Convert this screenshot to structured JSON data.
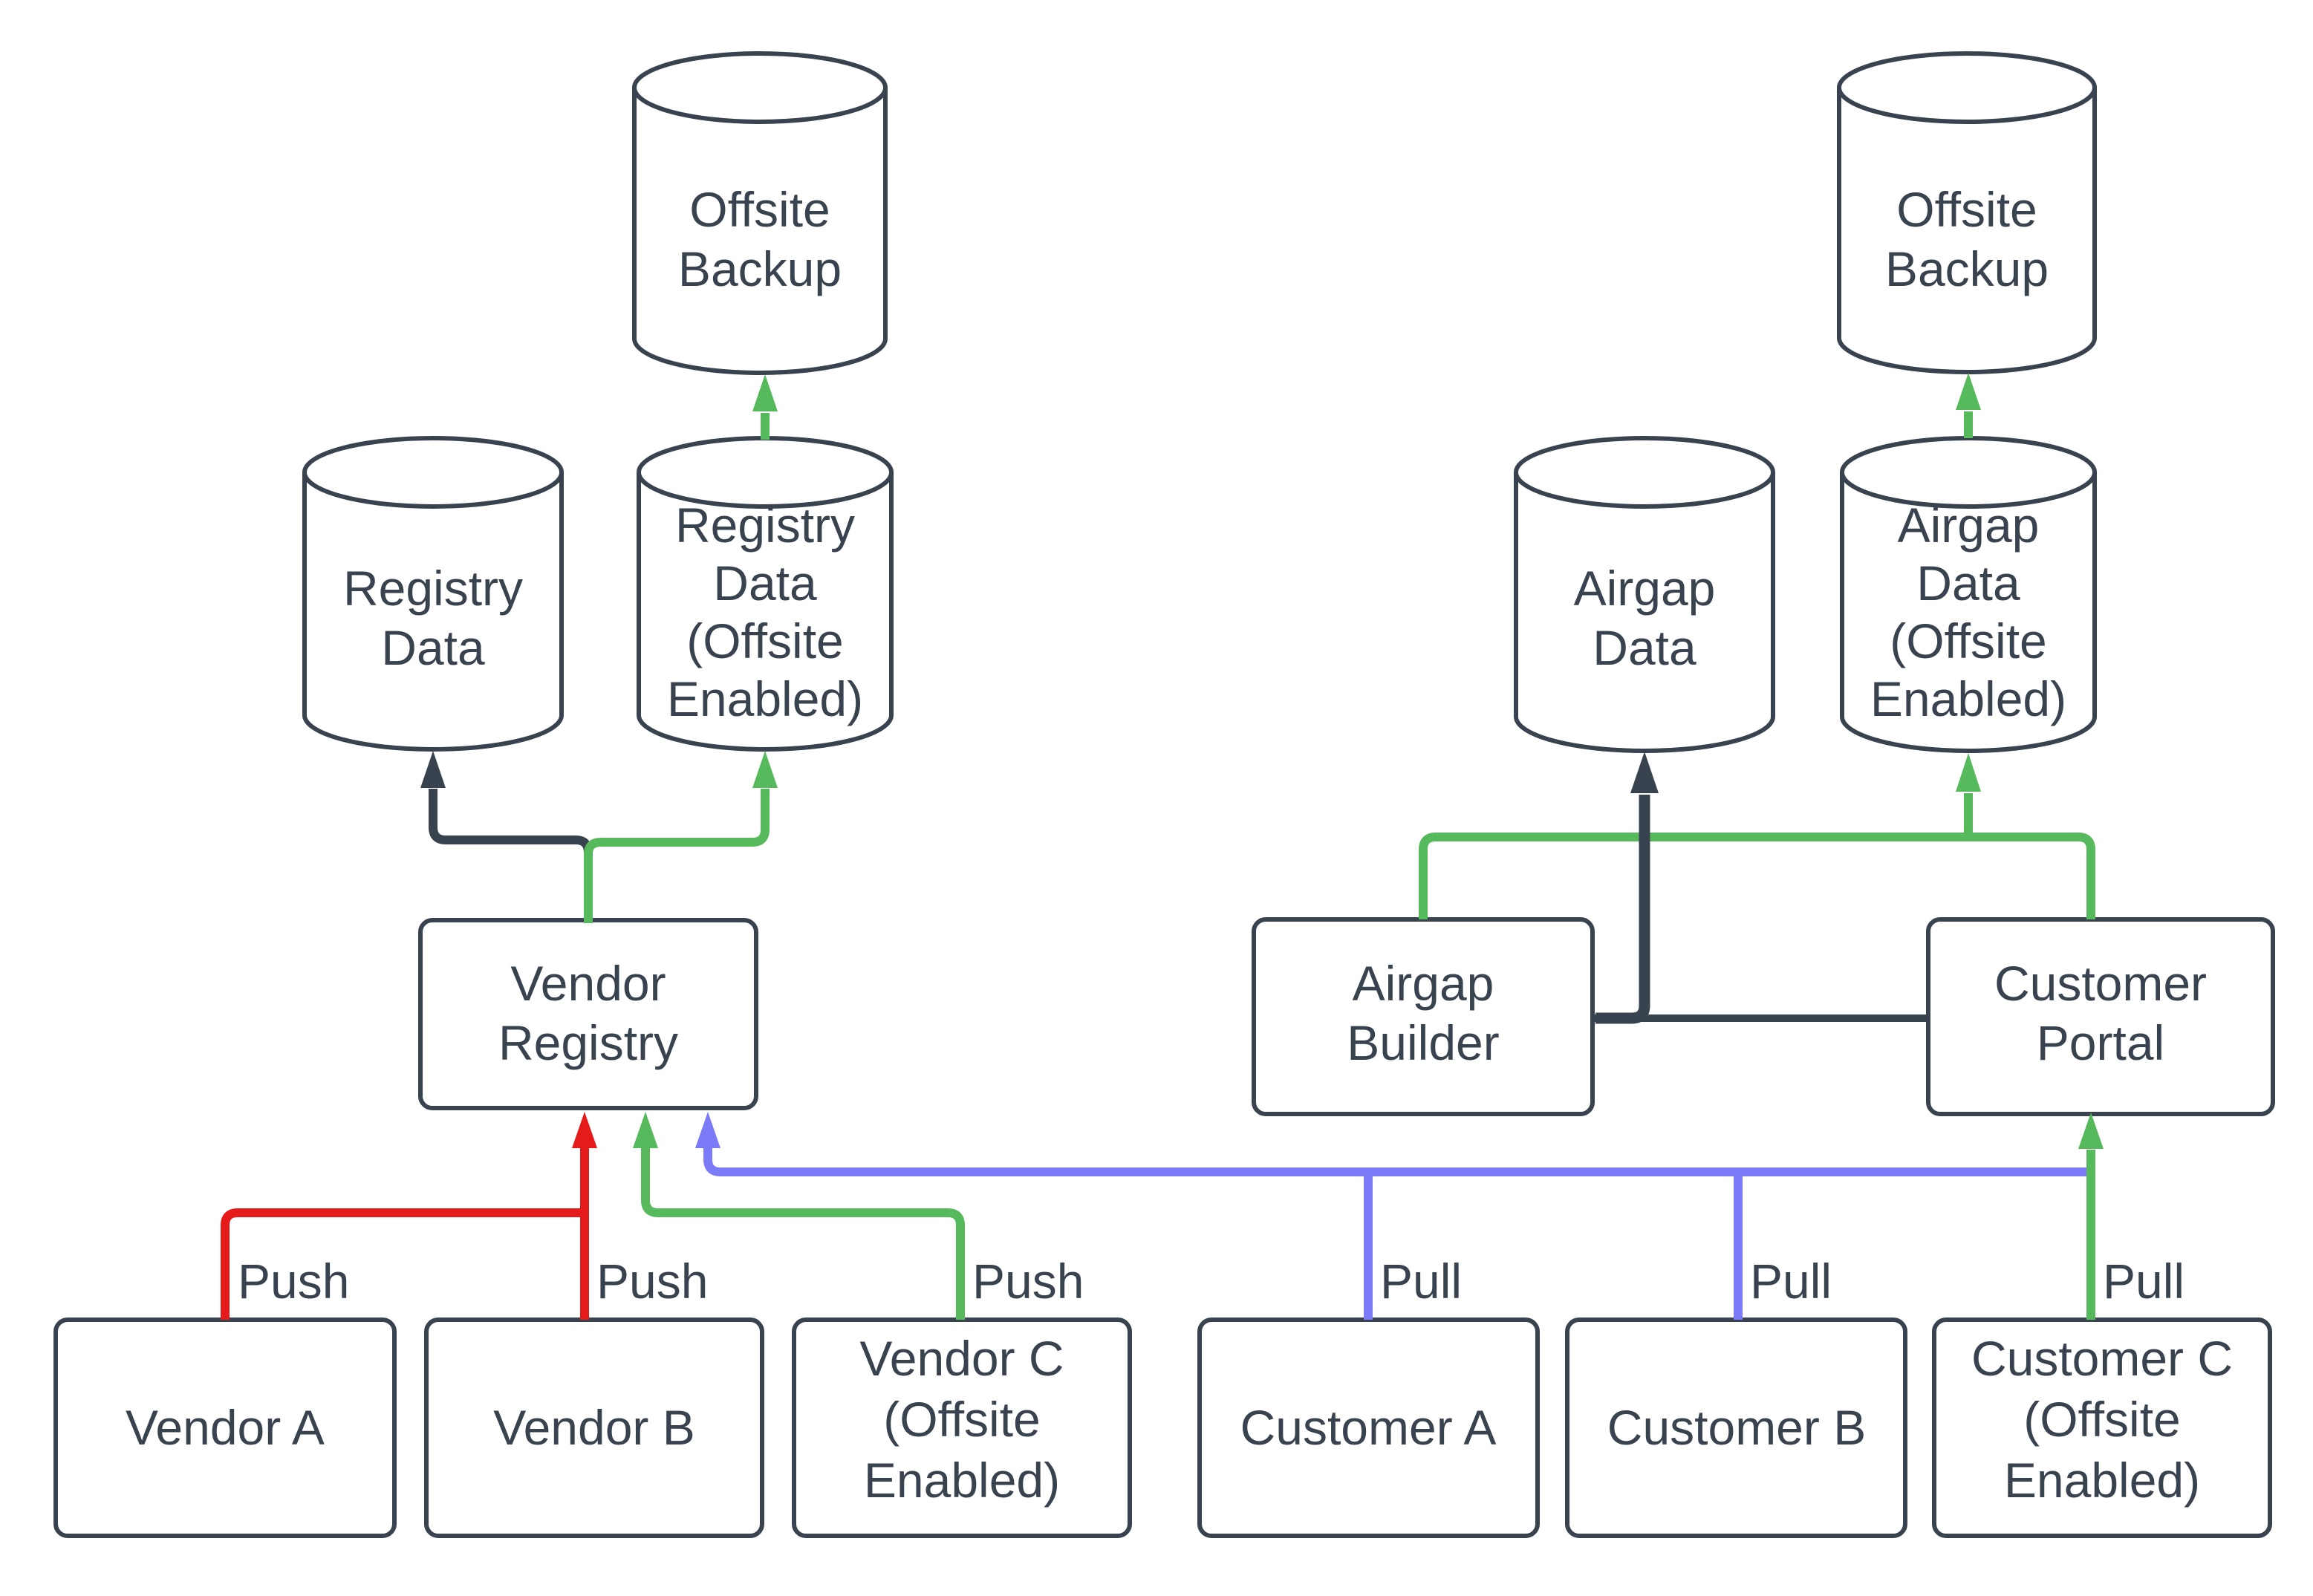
{
  "colors": {
    "dark": "#39434f",
    "red": "#e51a1a",
    "green": "#56b95c",
    "blue": "#7b7bf7",
    "background": "#ffffff"
  },
  "nodes": {
    "offsite_backup_left": {
      "label": "Offsite Backup",
      "shape": "cylinder",
      "lines": [
        "Offsite",
        "Backup"
      ]
    },
    "registry_data": {
      "label": "Registry Data",
      "shape": "cylinder",
      "lines": [
        "Registry",
        "Data"
      ]
    },
    "registry_data_offsite": {
      "label": "Registry Data (Offsite Enabled)",
      "shape": "cylinder",
      "lines": [
        "Registry",
        "Data",
        "(Offsite",
        "Enabled)"
      ]
    },
    "airgap_data": {
      "label": "Airgap Data",
      "shape": "cylinder",
      "lines": [
        "Airgap",
        "Data"
      ]
    },
    "airgap_data_offsite": {
      "label": "Airgap Data (Offsite Enabled)",
      "shape": "cylinder",
      "lines": [
        "Airgap",
        "Data",
        "(Offsite",
        "Enabled)"
      ]
    },
    "offsite_backup_right": {
      "label": "Offsite Backup",
      "shape": "cylinder",
      "lines": [
        "Offsite",
        "Backup"
      ]
    },
    "vendor_registry": {
      "label": "Vendor Registry",
      "shape": "rectangle",
      "lines": [
        "Vendor",
        "Registry"
      ]
    },
    "airgap_builder": {
      "label": "Airgap Builder",
      "shape": "rectangle",
      "lines": [
        "Airgap",
        "Builder"
      ]
    },
    "customer_portal": {
      "label": "Customer Portal",
      "shape": "rectangle",
      "lines": [
        "Customer",
        "Portal"
      ]
    },
    "vendor_a": {
      "label": "Vendor A",
      "shape": "rectangle",
      "lines": [
        "Vendor A"
      ]
    },
    "vendor_b": {
      "label": "Vendor B",
      "shape": "rectangle",
      "lines": [
        "Vendor B"
      ]
    },
    "vendor_c": {
      "label": "Vendor C (Offsite Enabled)",
      "shape": "rectangle",
      "lines": [
        "Vendor C",
        "(Offsite",
        "Enabled)"
      ]
    },
    "customer_a": {
      "label": "Customer A",
      "shape": "rectangle",
      "lines": [
        "Customer A"
      ]
    },
    "customer_b": {
      "label": "Customer B",
      "shape": "rectangle",
      "lines": [
        "Customer B"
      ]
    },
    "customer_c": {
      "label": "Customer C (Offsite Enabled)",
      "shape": "rectangle",
      "lines": [
        "Customer C",
        "(Offsite",
        "Enabled)"
      ]
    }
  },
  "edges": [
    {
      "from": "Vendor A",
      "to": "Vendor Registry",
      "label": "Push",
      "color": "red"
    },
    {
      "from": "Vendor B",
      "to": "Vendor Registry",
      "label": "Push",
      "color": "red"
    },
    {
      "from": "Vendor C (Offsite Enabled)",
      "to": "Vendor Registry",
      "label": "Push",
      "color": "green"
    },
    {
      "from": "Customer A",
      "to": "Vendor Registry",
      "label": "Pull",
      "color": "blue"
    },
    {
      "from": "Customer B",
      "to": "Vendor Registry",
      "label": "Pull",
      "color": "blue"
    },
    {
      "from": "Customer C (Offsite Enabled)",
      "to": "Customer Portal",
      "label": "Pull",
      "color": "green"
    },
    {
      "from": "Vendor Registry",
      "to": "Registry Data",
      "label": "",
      "color": "dark"
    },
    {
      "from": "Vendor Registry",
      "to": "Registry Data (Offsite Enabled)",
      "label": "",
      "color": "green"
    },
    {
      "from": "Registry Data (Offsite Enabled)",
      "to": "Offsite Backup",
      "label": "",
      "color": "green"
    },
    {
      "from": "Airgap Builder",
      "to": "Airgap Data",
      "label": "",
      "color": "dark"
    },
    {
      "from": "Airgap Builder",
      "to": "Customer Portal",
      "label": "",
      "color": "dark"
    },
    {
      "from": "Airgap Builder / Customer Portal",
      "to": "Airgap Data (Offsite Enabled)",
      "label": "",
      "color": "green"
    },
    {
      "from": "Airgap Data (Offsite Enabled)",
      "to": "Offsite Backup",
      "label": "",
      "color": "green"
    }
  ]
}
